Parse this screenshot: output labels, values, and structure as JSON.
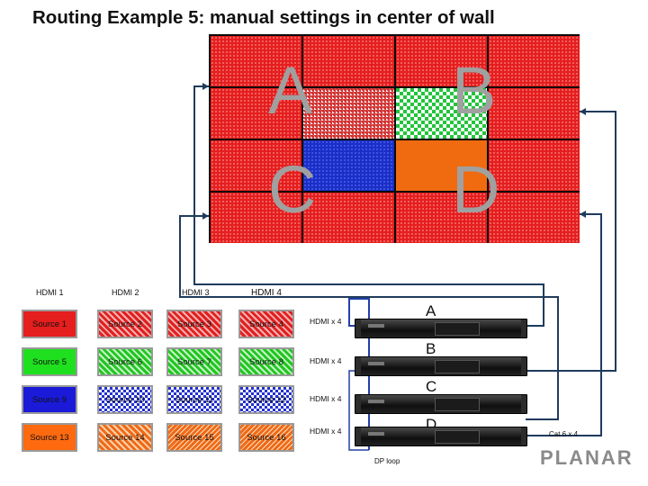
{
  "title": "Routing Example 5: manual settings in center of wall",
  "wall": {
    "quadrant_letters": [
      "A",
      "B",
      "C",
      "D"
    ]
  },
  "hdmi_headers": [
    "HDMI 1",
    "HDMI 2",
    "HDMI 3",
    "HDMI 4"
  ],
  "sources": [
    [
      "Source 1",
      "Source 2",
      "Source 3",
      "Source 4"
    ],
    [
      "Source 5",
      "Source 6",
      "Source 7",
      "Source 8"
    ],
    [
      "Source 9",
      "Source 10",
      "Source 11",
      "Source 12"
    ],
    [
      "Source 13",
      "Source 14",
      "Source 15",
      "Source 16"
    ]
  ],
  "controllers": [
    {
      "letter": "A",
      "input": "HDMI x 4"
    },
    {
      "letter": "B",
      "input": "HDMI x 4"
    },
    {
      "letter": "C",
      "input": "HDMI x 4"
    },
    {
      "letter": "D",
      "input": "HDMI x 4"
    }
  ],
  "dp_loop_label": "DP loop",
  "cable_label": "Cat 6 x 4",
  "logo_text": "PLANAR",
  "colors": {
    "wall_red": "#e51e1e",
    "wall_green": "#22c43b",
    "wall_blue": "#1a2fc8",
    "wall_orange": "#f06a10",
    "cable_color": "#1f3b5c",
    "dp_loop_color": "#2340a8"
  }
}
